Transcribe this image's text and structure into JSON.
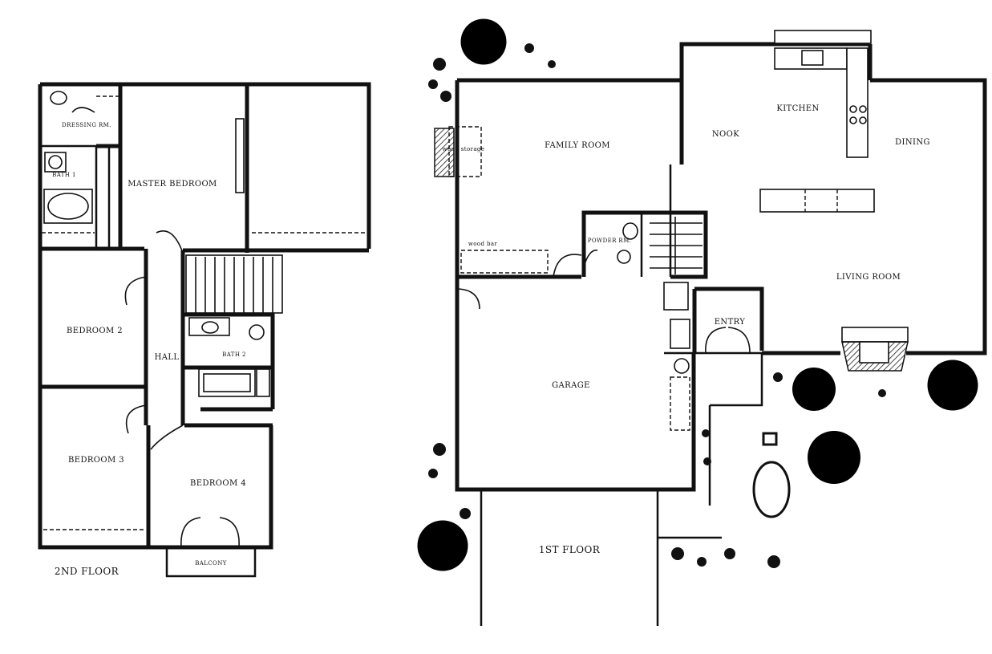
{
  "second_floor": {
    "title": "2ND FLOOR",
    "rooms": {
      "dressing": "DRESSING RM.",
      "bath1": "BATH 1",
      "master": "MASTER BEDROOM",
      "bedroom2": "BEDROOM 2",
      "hall": "HALL",
      "bath2": "BATH 2",
      "bedroom3": "BEDROOM 3",
      "bedroom4": "BEDROOM 4",
      "balcony": "BALCONY"
    }
  },
  "first_floor": {
    "title": "1ST FLOOR",
    "rooms": {
      "family": "FAMILY ROOM",
      "wood_storage": "wood storage",
      "wood_bar": "wood bar",
      "powder": "POWDER RM.",
      "nook": "NOOK",
      "kitchen": "KITCHEN",
      "dining": "DINING",
      "living": "LIVING ROOM",
      "entry": "ENTRY",
      "garage": "GARAGE"
    }
  }
}
